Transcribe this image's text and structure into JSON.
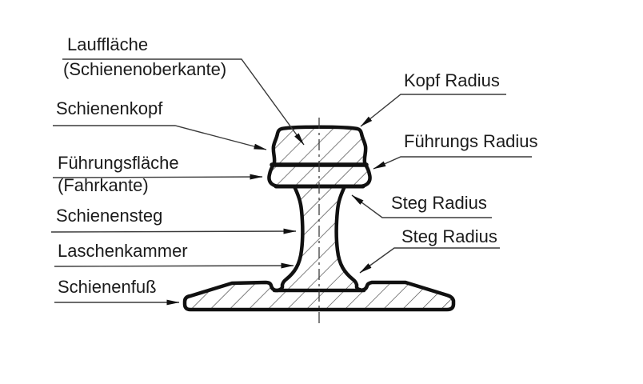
{
  "figure": {
    "kind": "rail-cross-section-diagram",
    "background": "#ffffff",
    "line_color": "#111111",
    "leader_color": "#3a3a3a",
    "hatch_color": "#3f3f3f",
    "text_color": "#1b1b1b"
  },
  "labels": {
    "laufflaeche": {
      "line1": "Lauffläche",
      "line2": "(Schienenoberkante)"
    },
    "schienenkopf": {
      "text": "Schienenkopf"
    },
    "fuehrungsflaeche": {
      "line1": "Führungsfläche",
      "line2": "(Fahrkante)"
    },
    "schienensteg": {
      "text": "Schienensteg"
    },
    "laschenkammer": {
      "text": "Laschenkammer"
    },
    "schienenfuss": {
      "text": "Schienenfuß"
    },
    "kopf_radius": {
      "text": "Kopf Radius"
    },
    "fuehrungs_radius": {
      "text": "Führungs Radius"
    },
    "steg_radius_oben": {
      "text": "Steg Radius"
    },
    "steg_radius_unten": {
      "text": "Steg Radius"
    }
  }
}
